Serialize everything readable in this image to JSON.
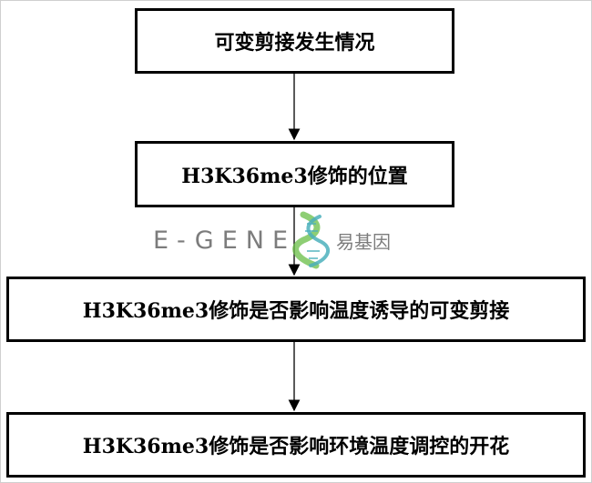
{
  "flow": {
    "step1": "可变剪接发生情况",
    "step2": "H3K36me3修饰的位置",
    "step3": "H3K36me3修饰是否影响温度诱导的可变剪接",
    "step4": "H3K36me3修饰是否影响环境温度调控的开花"
  },
  "watermark": {
    "brand": "E-GENE",
    "brand_cn": "易基因"
  },
  "colors": {
    "border": "#000000",
    "watermark_text": "#6e6e6e",
    "logo_green": "#6cc04a",
    "logo_teal": "#3aa8b5"
  }
}
